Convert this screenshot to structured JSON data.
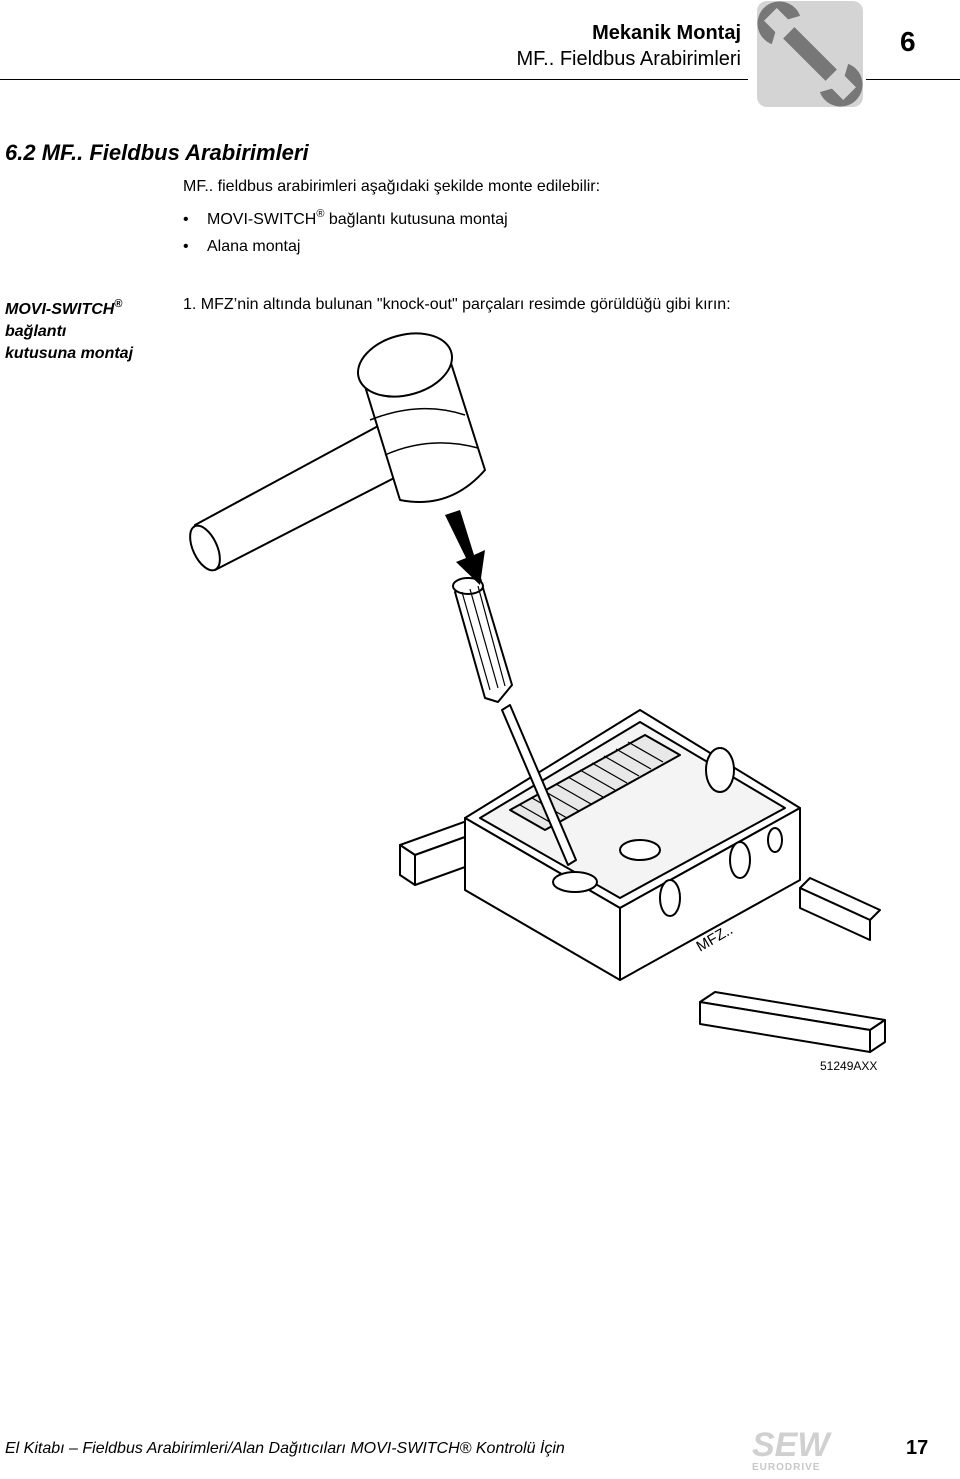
{
  "header": {
    "title": "Mekanik Montaj",
    "subtitle": "MF.. Fieldbus Arabirimleri",
    "chapter": "6",
    "icon": "wrench-icon"
  },
  "section": {
    "heading": "6.2   MF.. Fieldbus Arabirimleri",
    "intro": "MF.. fieldbus arabirimleri aşağıdaki şekilde monte edilebilir:",
    "bullets": [
      {
        "text": "MOVI-SWITCH",
        "mark": "®",
        "rest": " bağlantı kutusuna montaj"
      },
      {
        "text": "Alana montaj",
        "mark": "",
        "rest": ""
      }
    ]
  },
  "sidebar": {
    "line1": "MOVI-SWITCH",
    "mark": "®",
    "line2": "bağlantı",
    "line3": "kutusuna montaj"
  },
  "step": {
    "text": "1.  MFZ’nin altında bulunan \"knock-out\" parçaları resimde görüldüğü gibi kırın:"
  },
  "figure": {
    "box_label": "MFZ..",
    "id": "51249AXX"
  },
  "footer": {
    "text": "El Kitabı – Fieldbus Arabirimleri/Alan Dağıtıcıları MOVI-SWITCH® Kontrolü İçin",
    "logo_top": "SEW",
    "logo_bottom": "EURODRIVE",
    "page": "17"
  }
}
